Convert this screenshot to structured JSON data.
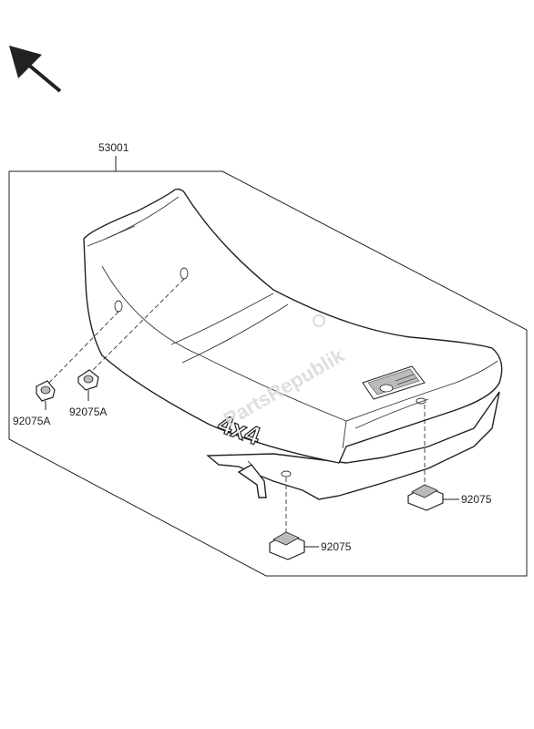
{
  "diagram": {
    "watermark": "PartsRepublik",
    "seat_emblem": "4x4",
    "parts": {
      "seat_assembly": "53001",
      "collar_left": "92075A",
      "collar_right": "92075A",
      "damper_front": "92075",
      "damper_rear": "92075"
    }
  }
}
